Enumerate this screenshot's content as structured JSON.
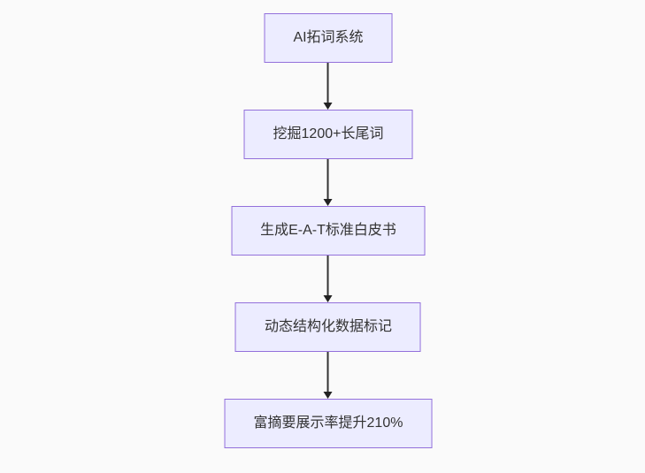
{
  "diagram": {
    "type": "flowchart",
    "direction": "top-down",
    "nodes": [
      {
        "id": "n1",
        "label": "AI拓词系统"
      },
      {
        "id": "n2",
        "label": "挖掘1200+长尾词"
      },
      {
        "id": "n3",
        "label": "生成E-A-T标准白皮书"
      },
      {
        "id": "n4",
        "label": "动态结构化数据标记"
      },
      {
        "id": "n5",
        "label": "富摘要展示率提升210%"
      }
    ],
    "edges": [
      {
        "from": "n1",
        "to": "n2",
        "arrow": "down"
      },
      {
        "from": "n2",
        "to": "n3",
        "arrow": "down"
      },
      {
        "from": "n3",
        "to": "n4",
        "arrow": "down"
      },
      {
        "from": "n4",
        "to": "n5",
        "arrow": "down"
      }
    ],
    "colors": {
      "background": "#fafafa",
      "node_fill": "#ECECFF",
      "node_border": "#9370DB",
      "edge_line": "#333333",
      "text": "#333333"
    }
  }
}
